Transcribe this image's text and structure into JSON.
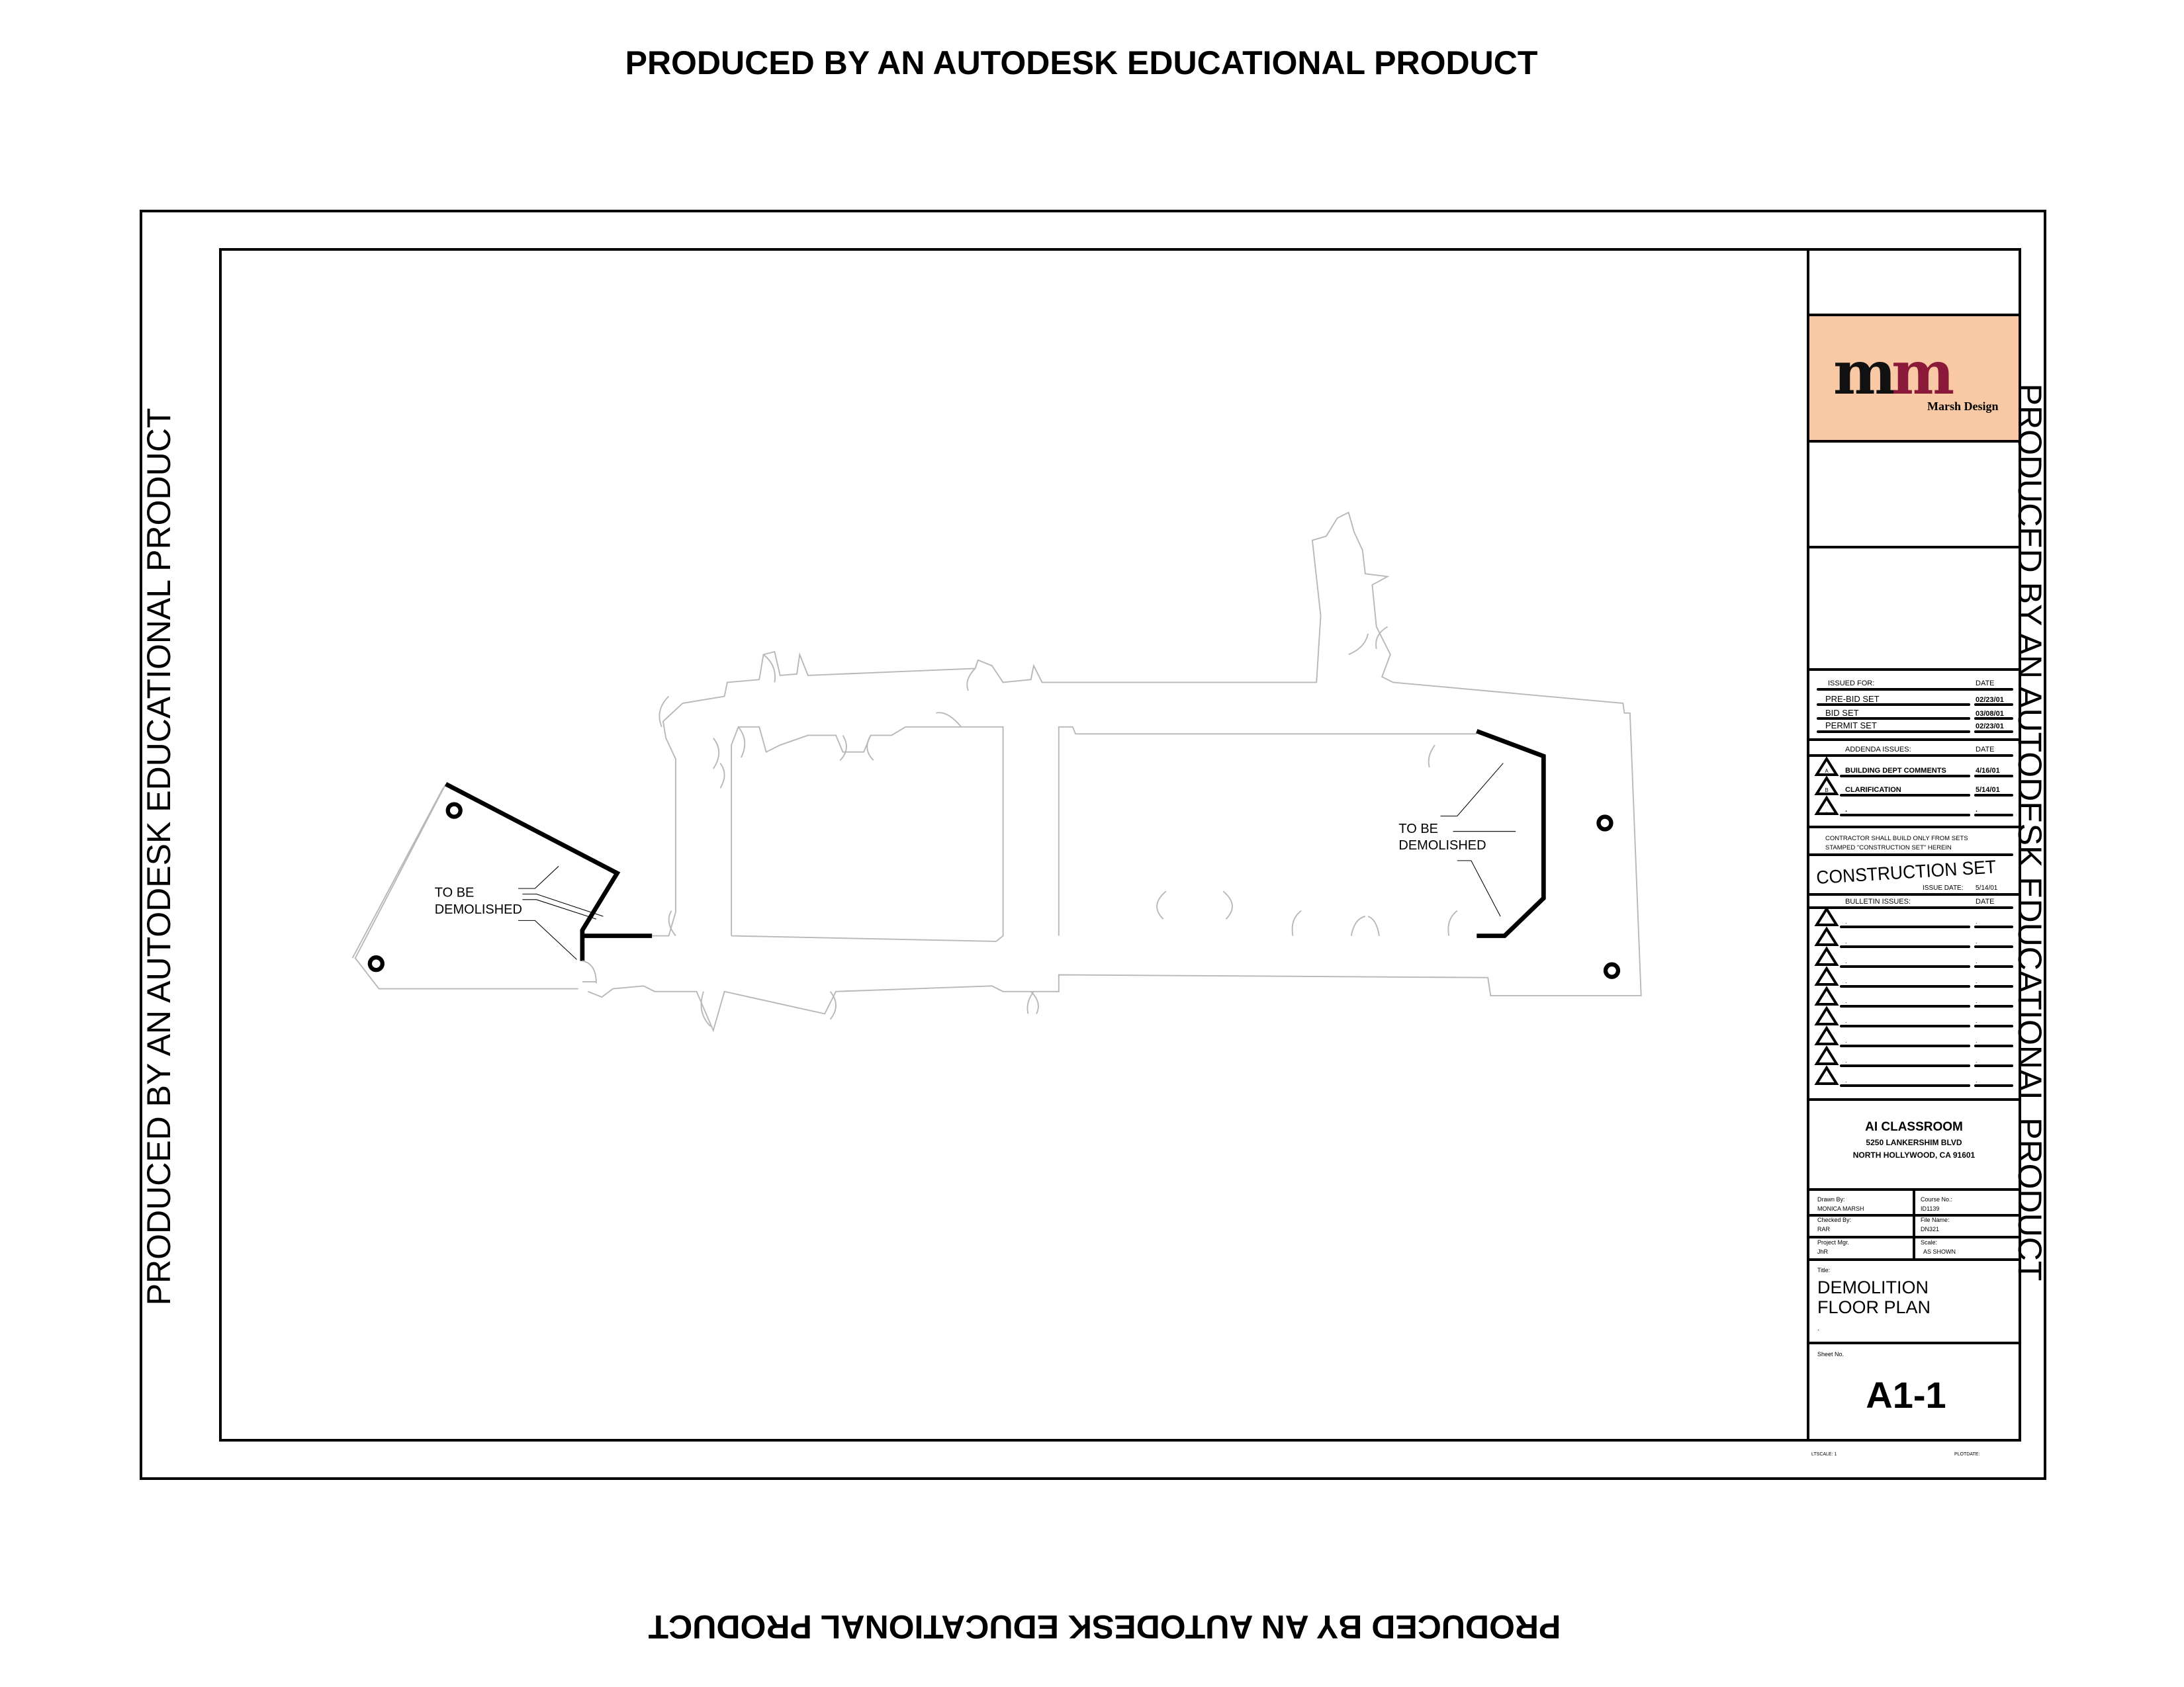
{
  "watermark": "PRODUCED BY AN AUTODESK EDUCATIONAL PRODUCT",
  "plan": {
    "demo_label_line1": "TO BE",
    "demo_label_line2": "DEMOLISHED"
  },
  "title_block": {
    "logo": {
      "text": "Marsh Design",
      "monogram": "MM",
      "bg_color": "#F8C9A4",
      "accent_color": "#8B1A3A"
    },
    "issued_for": {
      "header": "ISSUED FOR:",
      "date_header": "DATE",
      "rows": [
        {
          "label": "PRE-BID SET",
          "date": "02/23/01"
        },
        {
          "label": "BID SET",
          "date": "03/08/01"
        },
        {
          "label": "PERMIT SET",
          "date": "02/23/01"
        }
      ]
    },
    "addenda": {
      "header": "ADDENDA ISSUES:",
      "date_header": "DATE",
      "rows": [
        {
          "mark": "A",
          "label": "BUILDING DEPT COMMENTS",
          "date": "4/16/01"
        },
        {
          "mark": "B",
          "label": "CLARIFICATION",
          "date": "5/14/01"
        },
        {
          "mark": ".",
          "label": ".",
          "date": "."
        }
      ]
    },
    "contractor_note_1": "CONTRACTOR SHALL BUILD ONLY FROM SETS",
    "contractor_note_2": "STAMPED \"CONSTRUCTION SET\" HEREIN",
    "stamp": "CONSTRUCTION SET",
    "issue_date_label": "ISSUE DATE:",
    "issue_date": "5/14/01",
    "bulletin": {
      "header": "BULLETIN ISSUES:",
      "date_header": "DATE",
      "rows": [
        ".",
        ".",
        ".",
        ".",
        ".",
        ".",
        ".",
        ".",
        "."
      ]
    },
    "project": {
      "name": "AI CLASSROOM",
      "address1": "5250 LANKERSHIM BLVD",
      "address2": "NORTH HOLLYWOOD, CA 91601"
    },
    "info": {
      "drawn_by_label": "Drawn By:",
      "drawn_by": "MONICA MARSH",
      "course_label": "Course No.:",
      "course": "ID1139",
      "checked_by_label": "Checked By:",
      "checked_by": "RAR",
      "file_label": "File Name:",
      "file": "DN321",
      "pm_label": "Project Mgr.",
      "pm": "JhR",
      "scale_label": "Scale:",
      "scale": "AS SHOWN"
    },
    "title_label": "Title:",
    "title_line1": "DEMOLITION",
    "title_line2": "FLOOR PLAN",
    "title_line3": ".",
    "sheet_label": "Sheet No.",
    "sheet_no": "A1-1",
    "ltscale": "LTSCALE: 1",
    "plotdate": "PLOTDATE:"
  }
}
